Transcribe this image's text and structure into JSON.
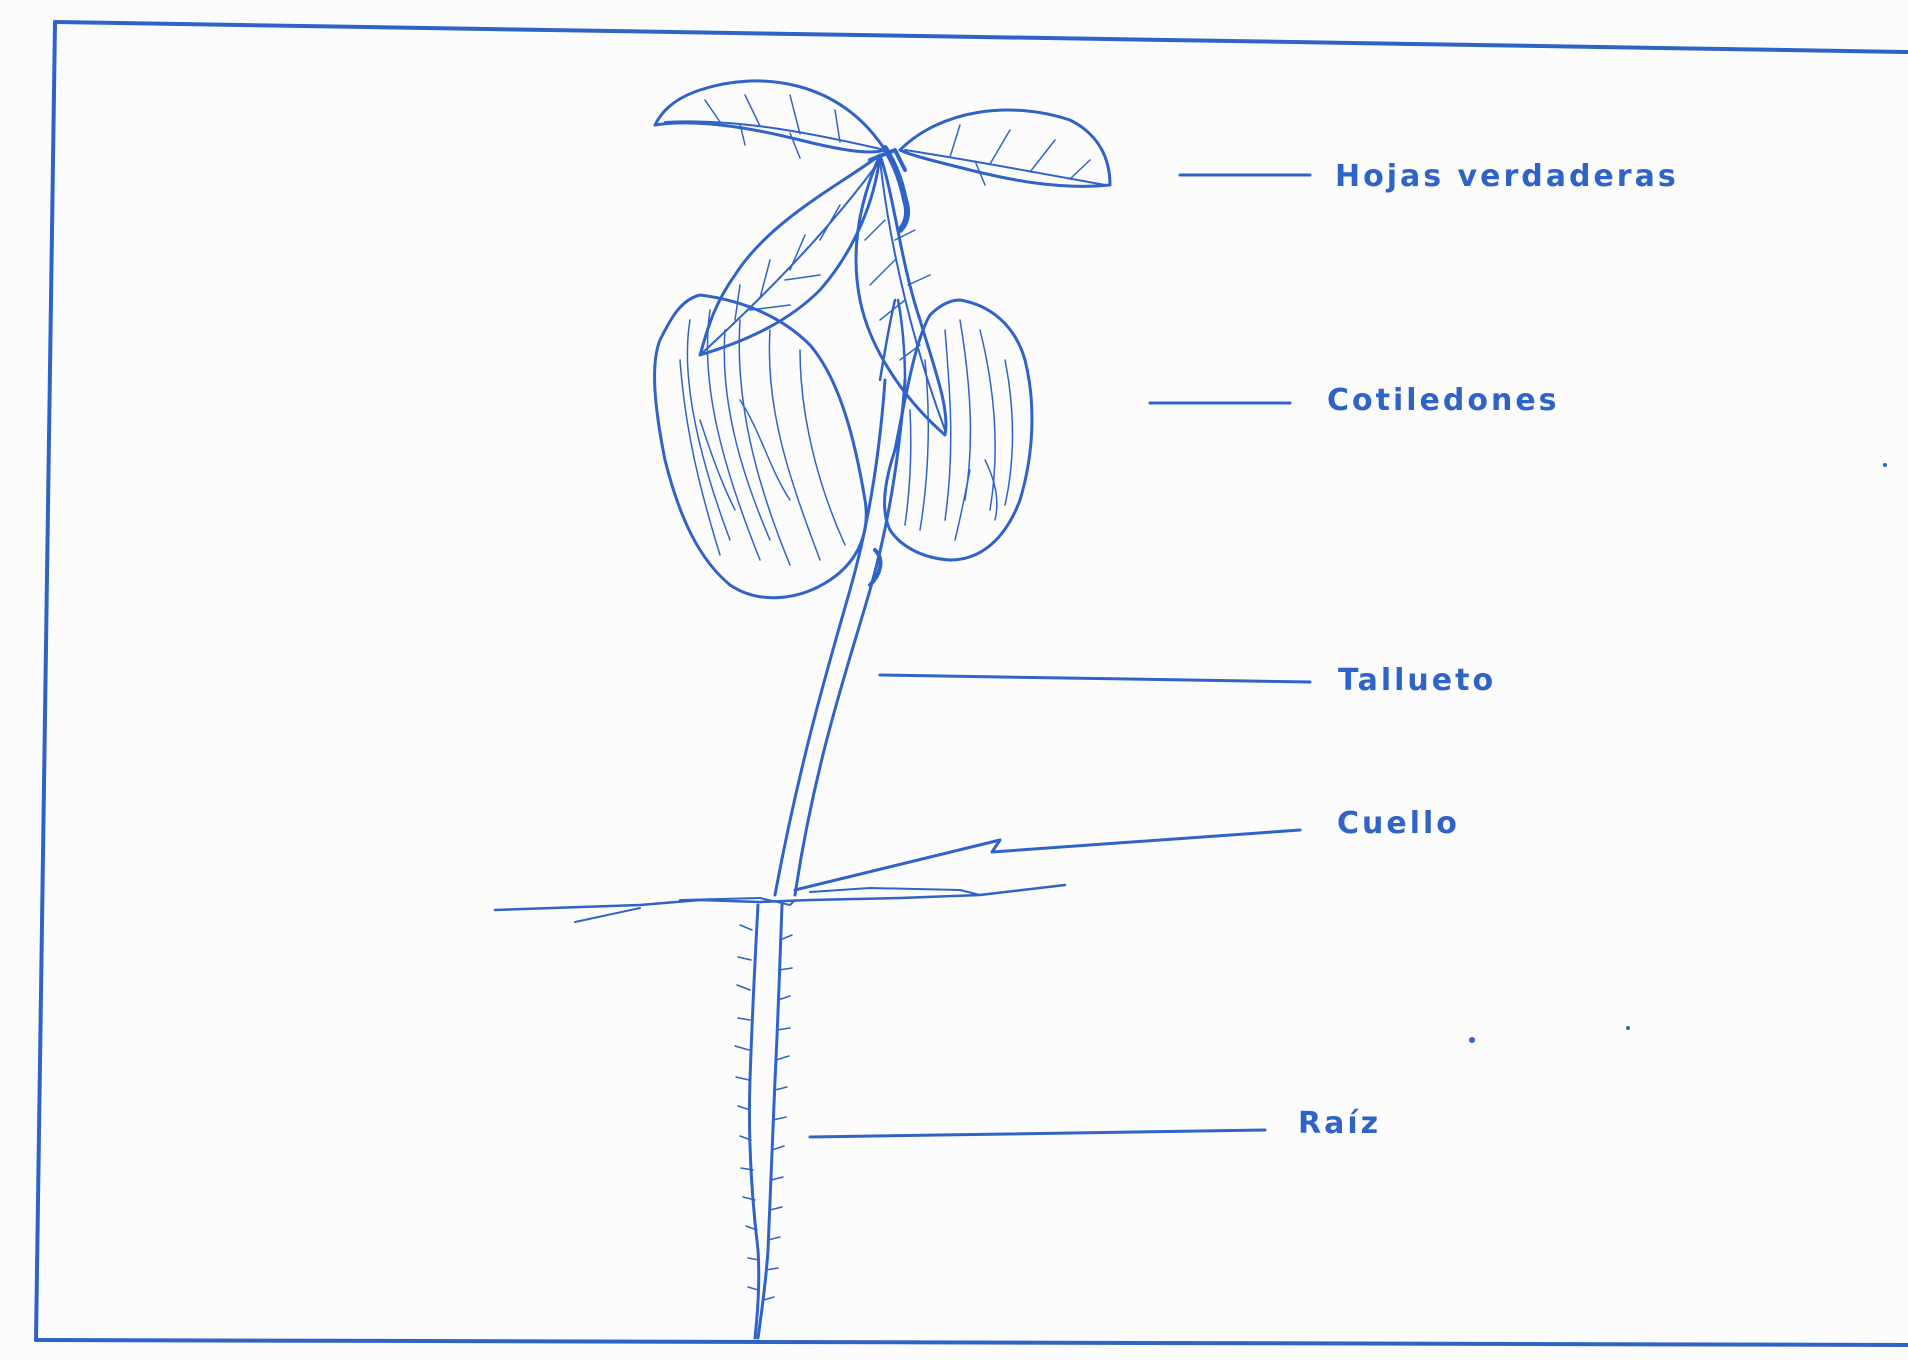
{
  "diagram": {
    "labels": {
      "true_leaves": "Hojas  verdaderas",
      "cotyledons": "Cotiledones",
      "stem": "Tallueto",
      "collar": "Cuello",
      "root": "Raíz"
    },
    "colors": {
      "ink": "#2f63c7",
      "paper": "#fcfcfd"
    }
  }
}
